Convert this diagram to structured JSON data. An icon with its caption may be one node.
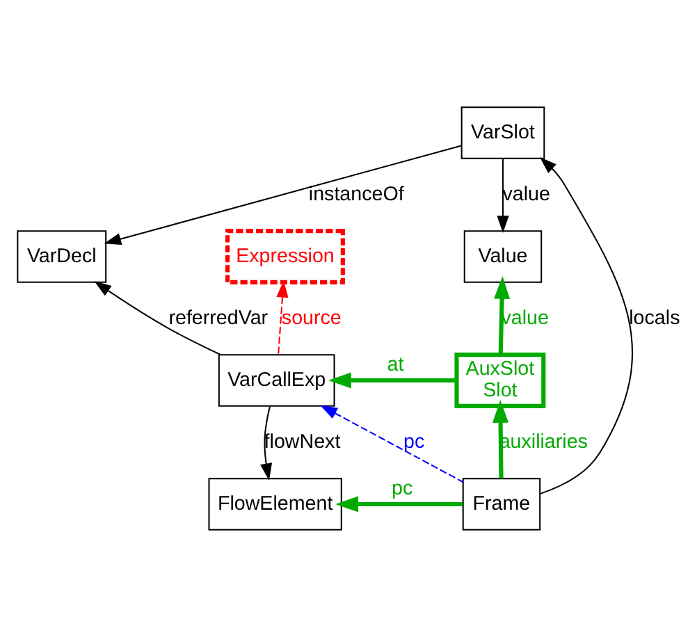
{
  "diagram": {
    "nodes": [
      {
        "text": [
          "VarSlot"
        ]
      },
      {
        "text": [
          "VarDecl"
        ]
      },
      {
        "text": [
          "Expression"
        ]
      },
      {
        "text": [
          "Value"
        ]
      },
      {
        "text": [
          "VarCallExp"
        ]
      },
      {
        "text": [
          "AuxSlot",
          "Slot"
        ]
      },
      {
        "text": [
          "FlowElement"
        ]
      },
      {
        "text": [
          "Frame"
        ]
      }
    ],
    "edges": [
      {
        "from": 0,
        "to": 1,
        "arrow": "to",
        "label": "instanceOf"
      },
      {
        "from": 0,
        "to": 3,
        "arrow": "to",
        "label": "value"
      },
      {
        "from": 4,
        "to": 1,
        "arrow": "to",
        "label": "referredVar"
      },
      {
        "from": 4,
        "to": 2,
        "arrow": "to",
        "label": "source",
        "style": "dashed",
        "color": "#ff0000"
      },
      {
        "from": 5,
        "to": 3,
        "arrow": "to",
        "label": "value",
        "style": "thick",
        "color": "#00aa00"
      },
      {
        "from": 5,
        "to": 4,
        "arrow": "to",
        "label": "at",
        "style": "thick",
        "color": "#00aa00"
      },
      {
        "from": 7,
        "to": 4,
        "arrow": "to",
        "label": "pc",
        "style": "dashed",
        "color": "#0000ff"
      },
      {
        "from": 4,
        "to": 6,
        "arrow": "to",
        "label": "flowNext"
      },
      {
        "from": 7,
        "to": 6,
        "arrow": "to",
        "label": "pc",
        "style": "thick",
        "color": "#00aa00"
      },
      {
        "from": 7,
        "to": 5,
        "arrow": "to",
        "label": "auxiliaries",
        "style": "thick",
        "color": "#00aa00"
      },
      {
        "from": 7,
        "to": 0,
        "arrow": "to",
        "label": "locals"
      }
    ]
  }
}
